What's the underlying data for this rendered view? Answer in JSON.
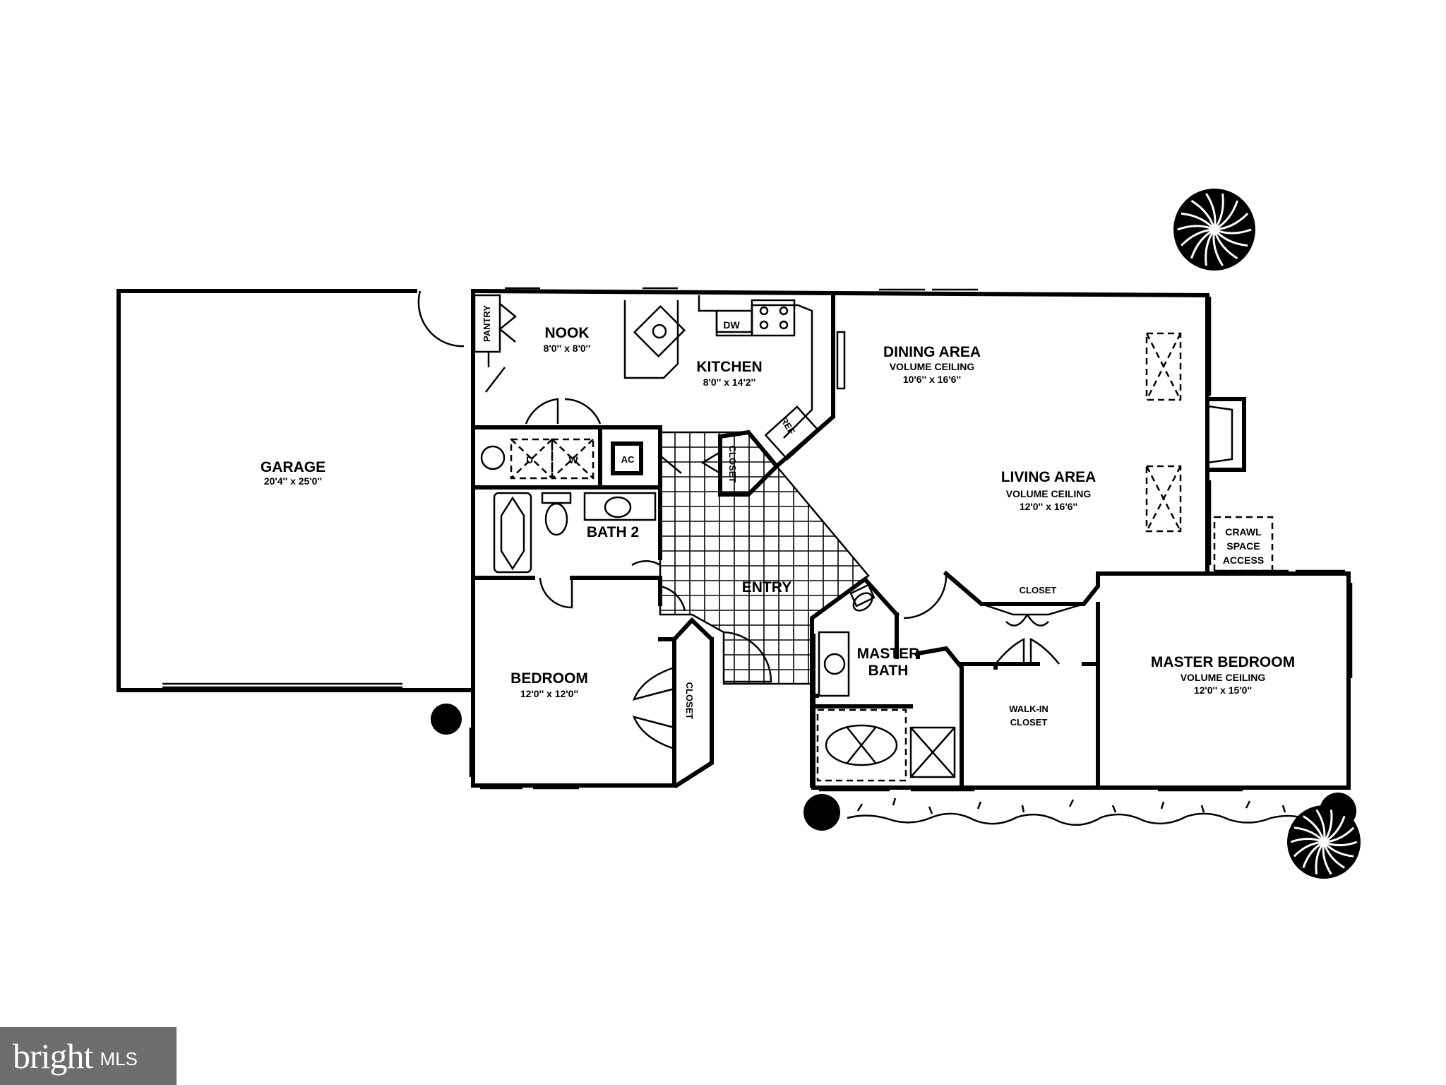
{
  "rooms": {
    "garage": {
      "name": "GARAGE",
      "size": "20'4'' x 25'0''"
    },
    "pantry": {
      "name": "PANTRY"
    },
    "nook": {
      "name": "NOOK",
      "size": "8'0'' x 8'0''"
    },
    "kitchen": {
      "name": "KITCHEN",
      "size": "8'0'' x 14'2''"
    },
    "dining": {
      "name": "DINING AREA",
      "note": "VOLUME CEILING",
      "size": "10'6'' x 16'6''"
    },
    "living": {
      "name": "LIVING AREA",
      "note": "VOLUME CEILING",
      "size": "12'0'' x 16'6''"
    },
    "bath2": {
      "name": "BATH 2"
    },
    "entry": {
      "name": "ENTRY"
    },
    "bedroom": {
      "name": "BEDROOM",
      "size": "12'0'' x 12'0''"
    },
    "master_bath": {
      "line1": "MASTER",
      "line2": "BATH"
    },
    "walkin": {
      "line1": "WALK-IN",
      "line2": "CLOSET"
    },
    "master_bedroom": {
      "name": "MASTER BEDROOM",
      "note": "VOLUME CEILING",
      "size": "12'0'' x 15'0''"
    },
    "crawl": {
      "line1": "CRAWL",
      "line2": "SPACE",
      "line3": "ACCESS"
    }
  },
  "fixtures": {
    "dw": "DW",
    "ref": "REF",
    "dryer": "D",
    "washer": "W",
    "ac": "AC",
    "closet": "CLOSET"
  },
  "brand": {
    "name": "bright",
    "suffix": "MLS"
  }
}
